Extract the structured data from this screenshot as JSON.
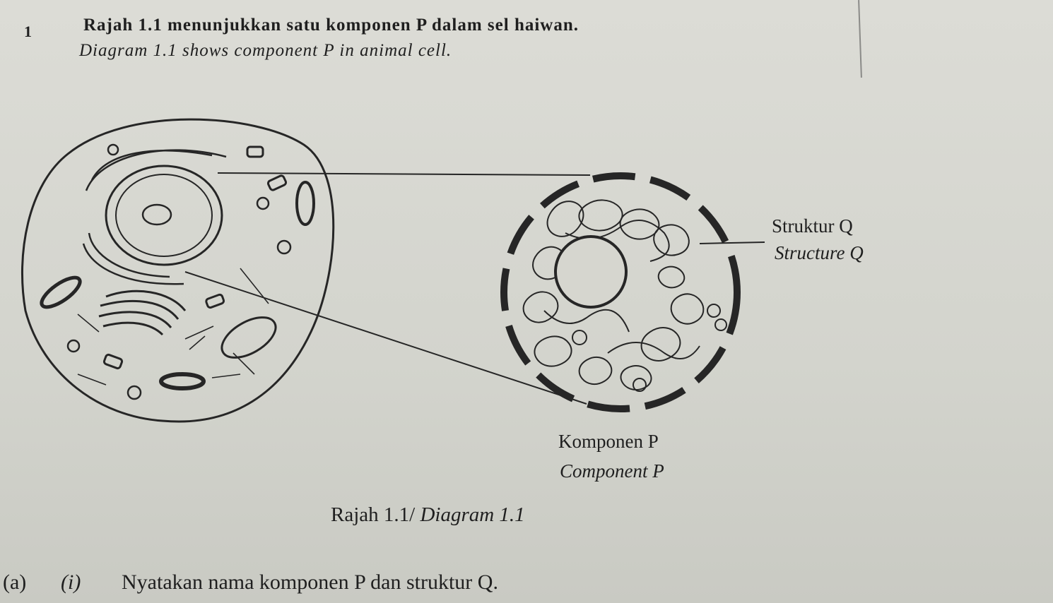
{
  "question": {
    "number": "1",
    "text_ms": "Rajah 1.1 menunjukkan satu komponen P dalam sel haiwan.",
    "text_en": "Diagram 1.1 shows component P in animal cell."
  },
  "diagram": {
    "label_structure_ms": "Struktur Q",
    "label_structure_en": "Structure Q",
    "label_component_ms": "Komponen P",
    "label_component_en": "Component P",
    "caption_ms": "Rajah 1.1/",
    "caption_en": "Diagram 1.1"
  },
  "part_a": {
    "label": "(a)",
    "sub_label": "(i)",
    "text": "Nyatakan nama komponen P dan struktur Q."
  }
}
